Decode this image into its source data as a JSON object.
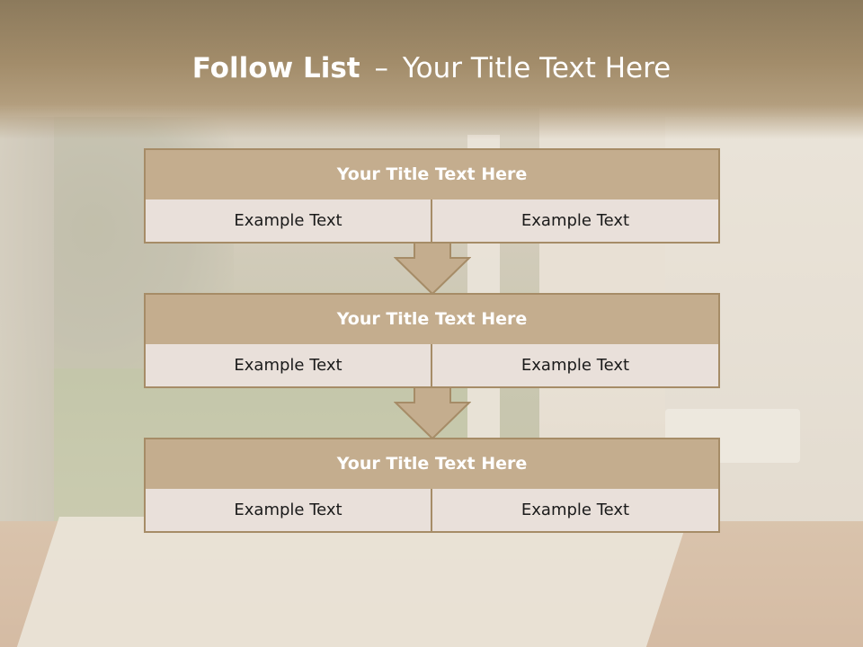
{
  "title": {
    "bold": "Follow List",
    "separator": "–",
    "normal": "Your Title Text Here"
  },
  "steps": [
    {
      "heading": "Your Title Text Here",
      "left": "Example Text",
      "right": "Example Text"
    },
    {
      "heading": "Your Title Text Here",
      "left": "Example Text",
      "right": "Example Text"
    },
    {
      "heading": "Your Title Text Here",
      "left": "Example Text",
      "right": "Example Text"
    }
  ],
  "colors": {
    "header_band": "#9c8664",
    "box_heading": "#c4ad8e",
    "box_border": "#a68c67",
    "box_cell": "#e9e0da",
    "arrow_fill": "#c4ad8e"
  }
}
